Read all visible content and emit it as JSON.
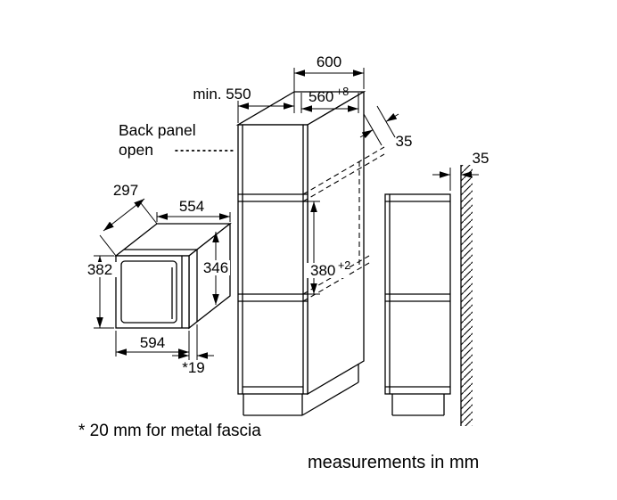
{
  "diagram": {
    "annotations": {
      "back_panel_line1": "Back panel",
      "back_panel_line2": "open",
      "footnote": "* 20 mm for metal fascia",
      "units_note": "measurements in mm"
    },
    "dimensions_mm": {
      "cabinet_depth": "600",
      "niche_depth_min": "min. 550",
      "niche_width": "560",
      "niche_width_tolerance": "+8",
      "rear_service_gap": "35",
      "side_wall_gap": "35",
      "niche_height": "380",
      "niche_height_tolerance": "+2",
      "appliance_body_depth": "297",
      "appliance_body_width": "554",
      "appliance_front_height": "382",
      "appliance_body_height": "346",
      "appliance_front_width": "594",
      "fascia_projection": "*19"
    },
    "colors": {
      "line": "#000000",
      "background": "#ffffff"
    }
  }
}
